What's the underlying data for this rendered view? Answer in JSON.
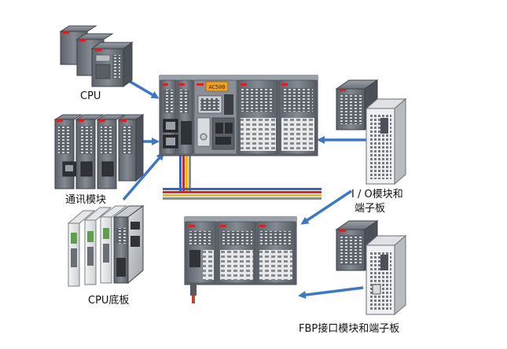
{
  "labels": {
    "cpu": "CPU",
    "comm": "通讯模块",
    "cpu_base": "CPU底板",
    "io_line1": "I / O模块和",
    "io_line2": "端子板",
    "fbp": "FBP接口模块和端子板",
    "cpu_display": "AC500"
  },
  "colors": {
    "arrow": "#3f78c2",
    "module_body": "#7b8088",
    "module_dark": "#4c5058",
    "module_light": "#c9ccd1",
    "brand_red": "#d2232a",
    "display_orange": "#f2a024",
    "bus": [
      "#2b67c9",
      "#d8262c",
      "#f2b81c",
      "#8c8c8c"
    ]
  }
}
